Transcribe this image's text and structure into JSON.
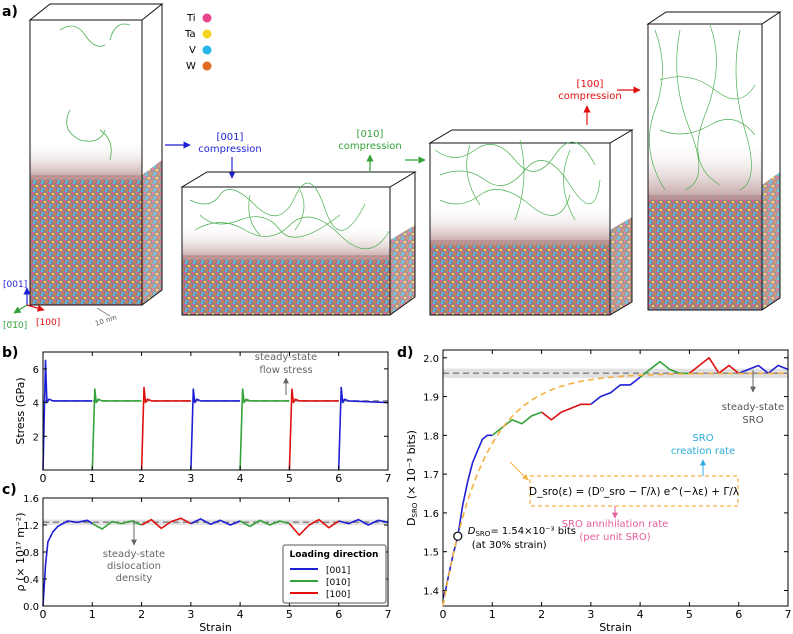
{
  "panels": {
    "a": {
      "label": "a)"
    },
    "b": {
      "label": "b)"
    },
    "c": {
      "label": "c)"
    },
    "d": {
      "label": "d)"
    }
  },
  "species_legend": [
    {
      "name": "Ti",
      "color": "#e8438c"
    },
    {
      "name": "Ta",
      "color": "#f2d51f"
    },
    {
      "name": "V",
      "color": "#27b6e8"
    },
    {
      "name": "W",
      "color": "#e06a21"
    }
  ],
  "panel_a": {
    "arrow_001": {
      "line1": "[001]",
      "line2": "compression",
      "color": "#1f1fd6"
    },
    "arrow_010": {
      "line1": "[010]",
      "line2": "compression",
      "color": "#33a339"
    },
    "arrow_100": {
      "line1": "[100]",
      "line2": "compression",
      "color": "#e01010"
    },
    "axes": {
      "z": "[001]",
      "y": "[0̅1̅0]",
      "x": "[100]"
    },
    "axes_colors": {
      "z": "#1f1fd6",
      "y": "#33a339",
      "x": "#e01010"
    },
    "scale_bar": "10 nm"
  },
  "colors": {
    "001": "#1f1fd6",
    "010": "#33a339",
    "100": "#e01010",
    "fit": "#f5b041",
    "reference": "#888888",
    "band": "#d9d9d9",
    "creation": "#2aa9d9",
    "annihilation": "#e65c9c"
  },
  "chart_data": [
    {
      "id": "b",
      "type": "line",
      "xlabel": "",
      "ylabel": "Stress (GPa)",
      "xlim": [
        0,
        7
      ],
      "ylim": [
        0,
        7
      ],
      "yticks": [
        2,
        4,
        6
      ],
      "xticks": [
        0,
        1,
        2,
        3,
        4,
        5,
        6,
        7
      ],
      "reference_value": 4.1,
      "annotation": {
        "line1": "steady-state",
        "line2": "flow stress"
      },
      "segments": [
        {
          "dir": "001",
          "x": [
            0,
            0.05,
            0.08,
            0.12,
            0.2,
            1.0
          ],
          "y": [
            0,
            6.5,
            4.0,
            4.2,
            4.1,
            4.1
          ]
        },
        {
          "dir": "010",
          "x": [
            1.0,
            1.05,
            1.08,
            1.12,
            1.2,
            2.0
          ],
          "y": [
            0,
            4.8,
            4.0,
            4.2,
            4.1,
            4.1
          ]
        },
        {
          "dir": "100",
          "x": [
            2.0,
            2.05,
            2.08,
            2.12,
            2.2,
            3.0
          ],
          "y": [
            0,
            4.9,
            4.0,
            4.2,
            4.1,
            4.1
          ]
        },
        {
          "dir": "001",
          "x": [
            3.0,
            3.05,
            3.08,
            3.12,
            3.2,
            4.0
          ],
          "y": [
            0,
            4.8,
            4.0,
            4.2,
            4.1,
            4.1
          ]
        },
        {
          "dir": "010",
          "x": [
            4.0,
            4.05,
            4.08,
            4.12,
            4.2,
            5.0
          ],
          "y": [
            0,
            4.8,
            4.0,
            4.2,
            4.1,
            4.1
          ]
        },
        {
          "dir": "100",
          "x": [
            5.0,
            5.05,
            5.08,
            5.12,
            5.2,
            6.0
          ],
          "y": [
            0,
            4.8,
            4.0,
            4.2,
            4.1,
            4.1
          ]
        },
        {
          "dir": "001",
          "x": [
            6.0,
            6.05,
            6.08,
            6.12,
            6.2,
            7.0
          ],
          "y": [
            0,
            4.9,
            4.0,
            4.2,
            4.1,
            4.0
          ]
        }
      ]
    },
    {
      "id": "c",
      "type": "line",
      "xlabel": "Strain",
      "ylabel": "ρ (× 10¹⁷ m⁻²)",
      "xlim": [
        0,
        7
      ],
      "ylim": [
        0,
        1.6
      ],
      "yticks": [
        0.0,
        0.4,
        0.8,
        1.2,
        1.6
      ],
      "xticks": [
        0,
        1,
        2,
        3,
        4,
        5,
        6,
        7
      ],
      "reference_value": 1.24,
      "annotation": {
        "line1": "steady-state",
        "line2": "dislocation",
        "line3": "density"
      },
      "legend_title": "Loading direction",
      "legend_entries": [
        "[001]",
        "[010]",
        "[100]"
      ],
      "segments": [
        {
          "dir": "001",
          "x": [
            0,
            0.05,
            0.1,
            0.2,
            0.3,
            0.5,
            0.7,
            0.9,
            1.0
          ],
          "y": [
            0,
            0.6,
            0.95,
            1.1,
            1.18,
            1.26,
            1.24,
            1.27,
            1.22
          ]
        },
        {
          "dir": "010",
          "x": [
            1.0,
            1.2,
            1.4,
            1.6,
            1.8,
            2.0
          ],
          "y": [
            1.22,
            1.14,
            1.25,
            1.22,
            1.26,
            1.2
          ]
        },
        {
          "dir": "100",
          "x": [
            2.0,
            2.2,
            2.4,
            2.6,
            2.8,
            3.0
          ],
          "y": [
            1.2,
            1.28,
            1.15,
            1.25,
            1.3,
            1.22
          ]
        },
        {
          "dir": "001",
          "x": [
            3.0,
            3.2,
            3.4,
            3.6,
            3.8,
            4.0
          ],
          "y": [
            1.22,
            1.29,
            1.21,
            1.27,
            1.2,
            1.26
          ]
        },
        {
          "dir": "010",
          "x": [
            4.0,
            4.2,
            4.4,
            4.6,
            4.8,
            5.0
          ],
          "y": [
            1.26,
            1.18,
            1.27,
            1.2,
            1.26,
            1.22
          ]
        },
        {
          "dir": "100",
          "x": [
            5.0,
            5.2,
            5.4,
            5.6,
            5.8,
            6.0
          ],
          "y": [
            1.22,
            1.05,
            1.2,
            1.28,
            1.16,
            1.26
          ]
        },
        {
          "dir": "001",
          "x": [
            6.0,
            6.2,
            6.4,
            6.6,
            6.8,
            7.0
          ],
          "y": [
            1.26,
            1.22,
            1.28,
            1.2,
            1.27,
            1.24
          ]
        }
      ]
    },
    {
      "id": "d",
      "type": "line",
      "xlabel": "Strain",
      "ylabel": "D_SRO (× 10⁻³ bits)",
      "xlim": [
        0,
        7
      ],
      "ylim": [
        1.36,
        2.02
      ],
      "yticks": [
        1.4,
        1.5,
        1.6,
        1.7,
        1.8,
        1.9,
        2.0
      ],
      "xticks": [
        0,
        1,
        2,
        3,
        4,
        5,
        6,
        7
      ],
      "reference_value": 1.96,
      "annotation": {
        "line1": "steady-state",
        "line2": "SRO"
      },
      "marker": {
        "x": 0.3,
        "y": 1.54,
        "label_main": "= 1.54×10⁻³ bits",
        "label_sub": "(at 30% strain)"
      },
      "fit_curve": {
        "D0": 1.96,
        "D_start": 1.36,
        "lambda": 1.2
      },
      "formula": "D_sro(ε) = (D⁰_sro − Γ/λ) e^(−λε) + Γ/λ",
      "creation_label": {
        "line1": "SRO",
        "line2": "creation rate"
      },
      "annihilation_label": {
        "line1": "SRO annihilation rate",
        "line2": "(per unit SRO)"
      },
      "segments": [
        {
          "dir": "001",
          "x": [
            0,
            0.05,
            0.1,
            0.2,
            0.3,
            0.4,
            0.5,
            0.6,
            0.7,
            0.8,
            0.9,
            1.0
          ],
          "y": [
            1.38,
            1.4,
            1.43,
            1.49,
            1.54,
            1.62,
            1.68,
            1.73,
            1.76,
            1.79,
            1.8,
            1.8
          ]
        },
        {
          "dir": "010",
          "x": [
            1.0,
            1.2,
            1.4,
            1.6,
            1.8,
            2.0
          ],
          "y": [
            1.8,
            1.82,
            1.84,
            1.83,
            1.85,
            1.86
          ]
        },
        {
          "dir": "100",
          "x": [
            2.0,
            2.2,
            2.4,
            2.6,
            2.8,
            3.0
          ],
          "y": [
            1.86,
            1.84,
            1.86,
            1.87,
            1.88,
            1.88
          ]
        },
        {
          "dir": "001",
          "x": [
            3.0,
            3.2,
            3.4,
            3.6,
            3.8,
            4.0
          ],
          "y": [
            1.88,
            1.9,
            1.91,
            1.93,
            1.93,
            1.95
          ]
        },
        {
          "dir": "010",
          "x": [
            4.0,
            4.2,
            4.4,
            4.6,
            4.8,
            5.0
          ],
          "y": [
            1.95,
            1.97,
            1.99,
            1.97,
            1.96,
            1.96
          ]
        },
        {
          "dir": "100",
          "x": [
            5.0,
            5.2,
            5.4,
            5.6,
            5.8,
            6.0
          ],
          "y": [
            1.96,
            1.98,
            2.0,
            1.96,
            1.98,
            1.96
          ]
        },
        {
          "dir": "001",
          "x": [
            6.0,
            6.2,
            6.4,
            6.6,
            6.8,
            7.0
          ],
          "y": [
            1.96,
            1.97,
            1.98,
            1.96,
            1.98,
            1.97
          ]
        }
      ]
    }
  ]
}
